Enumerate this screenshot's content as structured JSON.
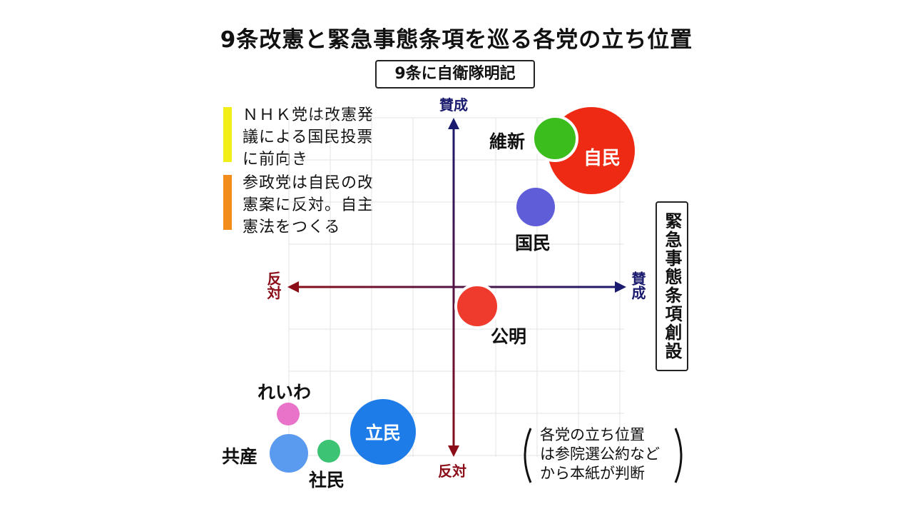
{
  "title": "9条改憲と緊急事態条項を巡る各党の立ち位置",
  "axes": {
    "vertical_title": "9条に自衛隊明記",
    "horizontal_title": "緊急事態条項創設",
    "top_label": "賛成",
    "bottom_label": "反対",
    "right_label": "賛成",
    "left_label": "反対"
  },
  "notes": [
    {
      "text": "ＮＨＫ党は改憲発\n議による国民投票\nに前向き",
      "color": "#f2ee1a"
    },
    {
      "text": "参政党は自民の改\n憲案に反対。自主\n憲法をつくる",
      "color": "#f28c1a"
    }
  ],
  "source_note": "各党の立ち位置\nは参院選公約など\nから本紙が判断",
  "parties": {
    "jimin": {
      "name": "自民",
      "color": "#ef2a14"
    },
    "ishin": {
      "name": "維新",
      "color": "#3bbd1e"
    },
    "kokumin": {
      "name": "国民",
      "color": "#5f5ed8"
    },
    "komei": {
      "name": "公明",
      "color": "#ee3b2e"
    },
    "rikken": {
      "name": "立民",
      "color": "#1e7ce8"
    },
    "reiwa": {
      "name": "れいわ",
      "color": "#e873c8"
    },
    "kyosan": {
      "name": "共産",
      "color": "#5b9bef"
    },
    "shamin": {
      "name": "社民",
      "color": "#3cc474"
    }
  },
  "colors": {
    "favor_axis": "#1a1a6e",
    "oppose_axis": "#8a0d17",
    "grid": "#e3e3e3"
  }
}
